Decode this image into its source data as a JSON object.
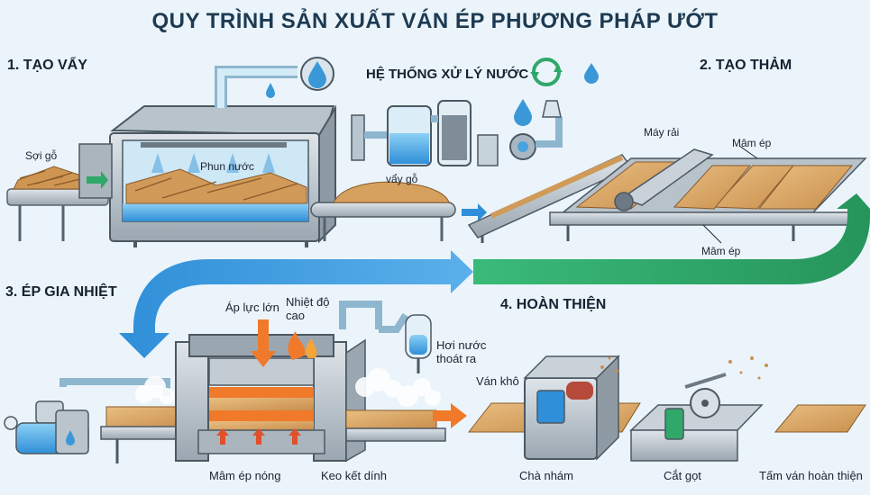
{
  "title": "QUY TRÌNH SẢN XUẤT VÁN ÉP PHƯƠNG PHÁP ƯỚT",
  "steps": {
    "s1": "1. TẠO VẨY",
    "s2": "2. TẠO THẢM",
    "s3": "3. ÉP GIA NHIỆT",
    "s4": "4. HOÀN THIỆN"
  },
  "labels": {
    "water_system": "HỆ THỐNG XỬ LÝ NƯỚC",
    "wood_fiber": "Sợi gỗ",
    "water_spray": "Phun nước",
    "flakes": "vẩy gỗ",
    "spreader": "Máy rải",
    "press_plate_top": "Mâm ép",
    "press_plate_bottom": "Mâm ép",
    "high_pressure": "Áp lực lớn",
    "high_temp": "Nhiệt độ cao",
    "steam_out": "Hơi nước thoát ra",
    "hot_plate": "Mâm ép nóng",
    "glue": "Keo kết dính",
    "dry_board": "Ván khô",
    "sanding": "Chà nhám",
    "cutting": "Cắt gọt",
    "finished": "Tấm ván hoàn thiện"
  },
  "colors": {
    "water": "#4aa3df",
    "blue_arrow": "#2f8fd8",
    "green_arrow": "#2fa86a",
    "wood": "#d9a866",
    "fire": "#f07a2a"
  }
}
